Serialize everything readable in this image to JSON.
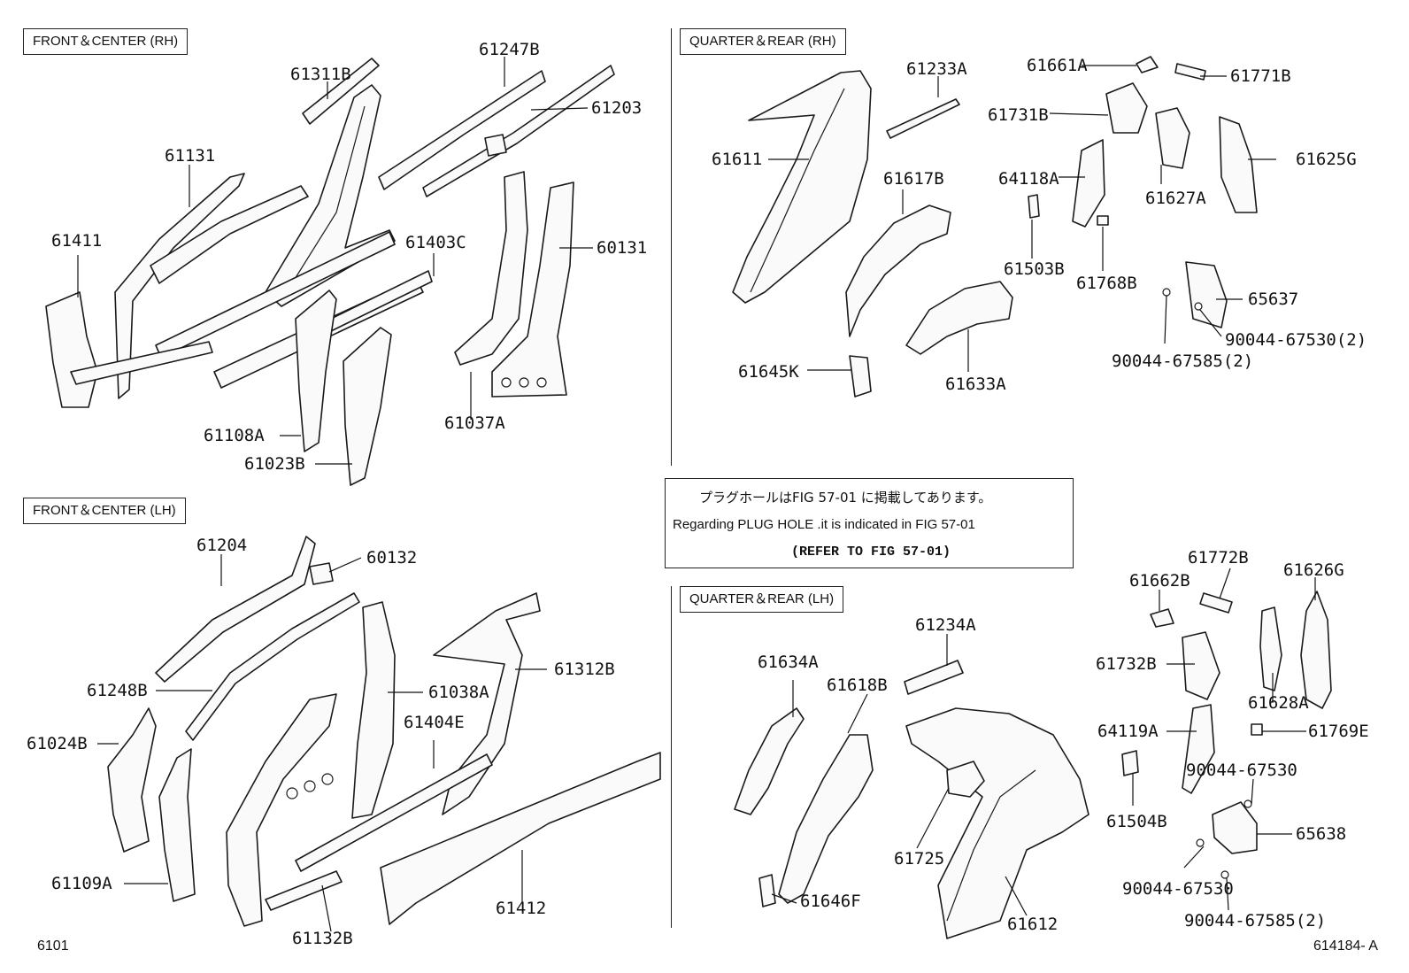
{
  "sections": {
    "front_center_rh": "FRONT＆CENTER (RH)",
    "front_center_lh": "FRONT＆CENTER (LH)",
    "quarter_rear_rh": "QUARTER＆REAR (RH)",
    "quarter_rear_lh": "QUARTER＆REAR (LH)"
  },
  "note": {
    "japanese": "プラグホールはFIG  57-01   に掲載してあります。",
    "english": "Regarding PLUG HOLE .it is indicated in FIG 57-01",
    "refer": "(REFER TO FIG 57-01)"
  },
  "figure_number": "6101",
  "illustration_number": "614184- A",
  "parts": {
    "p61311B": "61311B",
    "p61247B": "61247B",
    "p61203": "61203",
    "p61131": "61131",
    "p61411": "61411",
    "p61403C": "61403C",
    "p60131": "60131",
    "p61108A": "61108A",
    "p61023B": "61023B",
    "p61037A": "61037A",
    "p61233A": "61233A",
    "p61661A": "61661A",
    "p61771B": "61771B",
    "p61731B": "61731B",
    "p61611": "61611",
    "p61617B": "61617B",
    "p64118A": "64118A",
    "p61627A": "61627A",
    "p61625G": "61625G",
    "p61503B": "61503B",
    "p61768B": "61768B",
    "p65637": "65637",
    "p90044_67530_2": "90044-67530(2)",
    "p90044_67585_2a": "90044-67585(2)",
    "p61645K": "61645K",
    "p61633A": "61633A",
    "p61204": "61204",
    "p60132": "60132",
    "p61248B": "61248B",
    "p61038A": "61038A",
    "p61312B": "61312B",
    "p61404E": "61404E",
    "p61024B": "61024B",
    "p61109A": "61109A",
    "p61412": "61412",
    "p61132B": "61132B",
    "p61772B": "61772B",
    "p61662B": "61662B",
    "p61626G": "61626G",
    "p61234A": "61234A",
    "p61634A": "61634A",
    "p61618B": "61618B",
    "p61732B": "61732B",
    "p61628A": "61628A",
    "p64119A": "64119A",
    "p61769E": "61769E",
    "p90044_67530a": "90044-67530",
    "p61504B": "61504B",
    "p65638": "65638",
    "p61725": "61725",
    "p90044_67530b": "90044-67530",
    "p61646F": "61646F",
    "p61612": "61612",
    "p90044_67585_2b": "90044-67585(2)"
  }
}
